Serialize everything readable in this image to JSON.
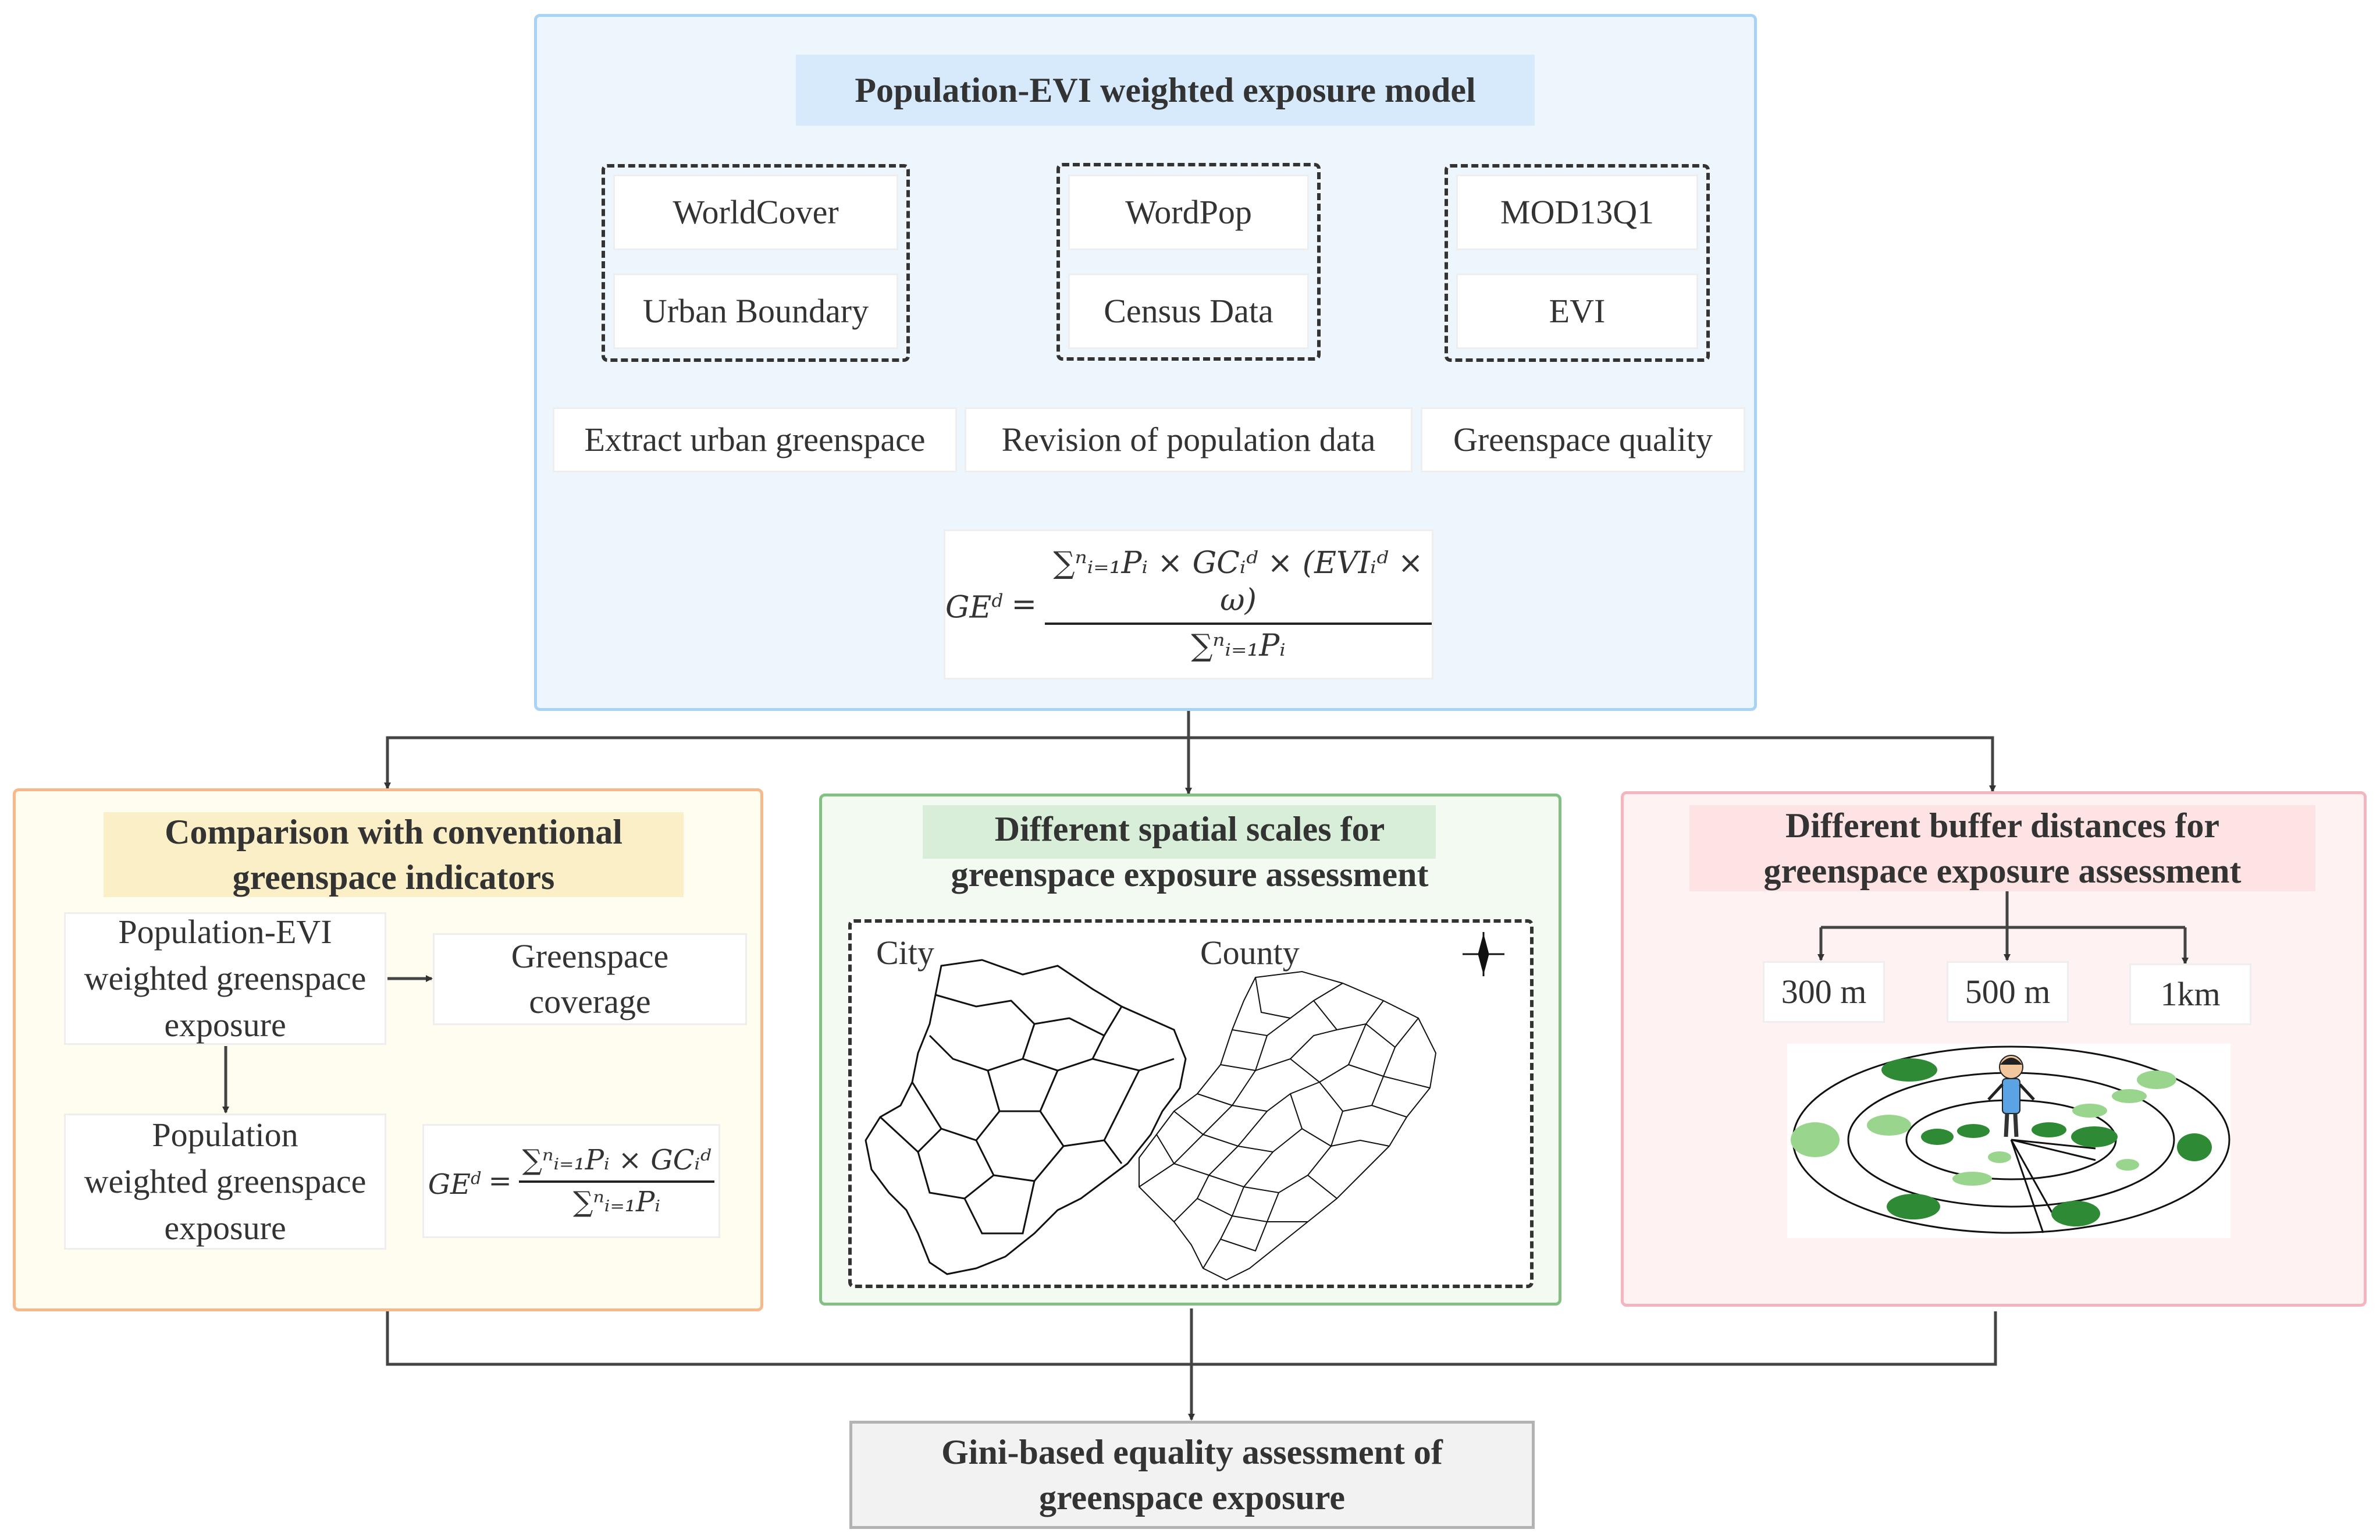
{
  "top_panel": {
    "title": "Population-EVI weighted exposure model",
    "sources": [
      {
        "top": "WorldCover",
        "bottom": "Urban Boundary"
      },
      {
        "top": "WordPop",
        "bottom": "Census Data"
      },
      {
        "top": "MOD13Q1",
        "bottom": "EVI"
      }
    ],
    "steps": [
      "Extract urban greenspace",
      "Revision of population data",
      "Greenspace quality"
    ],
    "formula": {
      "lhs": "GE",
      "lhs_sup": "d",
      "numerator": "∑ⁿᵢ₌₁Pᵢ × GCᵢᵈ × (EVIᵢᵈ × ω)",
      "denominator": "∑ⁿᵢ₌₁Pᵢ"
    }
  },
  "left_panel": {
    "title_line1": "Comparison with conventional",
    "title_line2": "greenspace indicators",
    "box_pev": [
      "Population-EVI",
      "weighted greenspace",
      "exposure"
    ],
    "box_coverage": [
      "Greenspace",
      "coverage"
    ],
    "box_pw": [
      "Population",
      "weighted greenspace",
      "exposure"
    ],
    "formula": {
      "lhs": "GE",
      "lhs_sup": "d",
      "numerator": "∑ⁿᵢ₌₁Pᵢ × GCᵢᵈ",
      "denominator": "∑ⁿᵢ₌₁Pᵢ"
    }
  },
  "middle_panel": {
    "title_line1": "Different spatial scales for",
    "title_line2": "greenspace exposure assessment",
    "map_labels": [
      "City",
      "County"
    ]
  },
  "right_panel": {
    "title_line1": "Different buffer distances for",
    "title_line2": "greenspace exposure assessment",
    "distances": [
      "300 m",
      "500 m",
      "1km"
    ]
  },
  "bottom_box": {
    "line1": "Gini-based equality assessment of",
    "line2": "greenspace exposure"
  },
  "colors": {
    "top_fill": "#eef6fd",
    "top_border": "#a9d3f5",
    "top_title_bg": "#d6eafb",
    "left_fill": "#fffdf0",
    "left_border": "#f7b98a",
    "left_title_bg": "#faefc6",
    "mid_fill": "#f2faf2",
    "mid_border": "#82c182",
    "mid_title_bg": "#d8eed8",
    "right_fill": "#fff2f3",
    "right_border": "#f4b5bf",
    "right_title_bg": "#fde3e3",
    "bottom_fill": "#f2f2f2",
    "bottom_border": "#b3b3b3",
    "green_dark": "#2f8a35",
    "green_light": "#9ad58e"
  }
}
